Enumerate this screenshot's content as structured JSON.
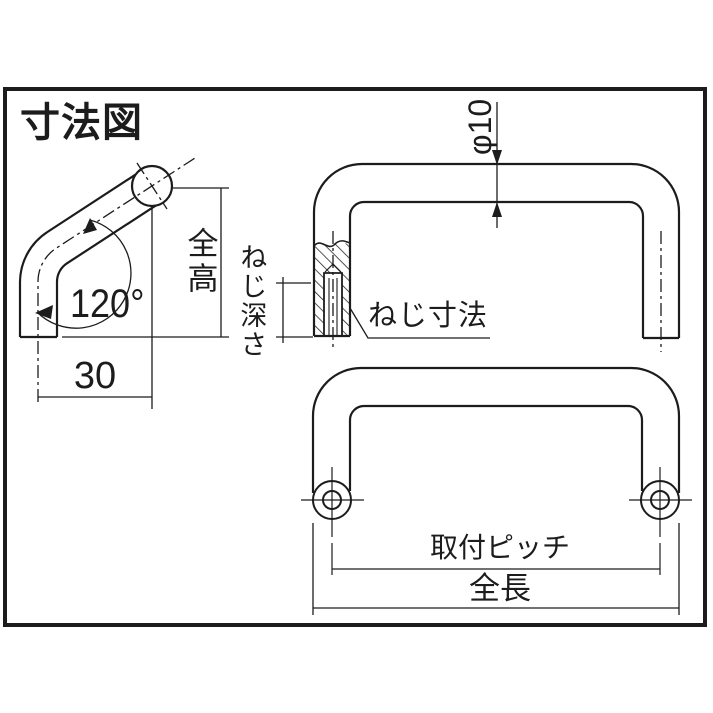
{
  "drawing": {
    "title": "寸法図",
    "side_view": {
      "bend_angle": "120°",
      "leg_offset": "30",
      "overall_height_label": "全高"
    },
    "section_view": {
      "tube_diameter": "φ10",
      "thread_depth_label": "ねじ深さ",
      "thread_size_label": "ねじ寸法"
    },
    "mounting_view": {
      "mounting_pitch_label": "取付ピッチ",
      "overall_length_label": "全長"
    },
    "colors": {
      "line": "#1c1c1c",
      "background": "#ffffff"
    }
  }
}
